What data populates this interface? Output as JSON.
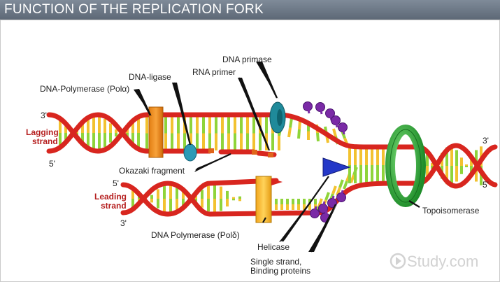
{
  "title": "FUNCTION OF THE REPLICATION FORK",
  "labels": {
    "dna_primase": "DNA primase",
    "dna_ligase": "DNA-ligase",
    "rna_primer": "RNA primer",
    "dna_pol_alpha": "DNA-Polymerase (Polα)",
    "lagging_strand_1": "Lagging",
    "lagging_strand_2": "strand",
    "leading_strand_1": "Leading",
    "leading_strand_2": "strand",
    "okazaki": "Okazaki fragment",
    "dna_pol_delta": "DNA Polymerase (Polδ)",
    "helicase": "Helicase",
    "ssb_1": "Single strand,",
    "ssb_2": "Binding proteins",
    "topoisomerase": "Topoisomerase",
    "end_lag_3": "3'",
    "end_lag_5": "5'",
    "end_lead_5": "5'",
    "end_lead_3": "3'",
    "end_right_3": "3'",
    "end_right_5": "5'"
  },
  "watermark": "Study.com",
  "colors": {
    "backbone_red": "#d8261f",
    "rung_green": "#8fd43a",
    "rung_yellow": "#f2c230",
    "polymerase_orange": "#f09222",
    "ligase_blue": "#2b9ab6",
    "primase_teal": "#1f8a9a",
    "helicase_blue": "#2438c8",
    "ssb_purple": "#7a2aa6",
    "topoisomerase_green": "#2ea83a"
  }
}
